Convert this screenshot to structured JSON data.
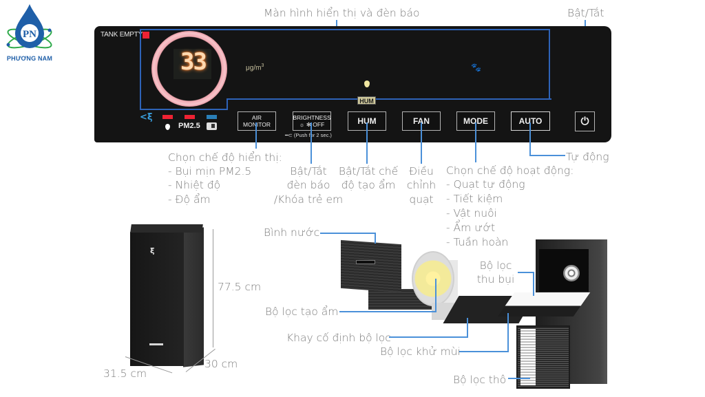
{
  "logo": {
    "brand": "PHƯƠNG NAM",
    "monogram": "PN",
    "colors": {
      "drop": "#1f5fa8",
      "orbit": "#2eaa4a"
    }
  },
  "panel": {
    "tank_empty": "TANK EMPTY",
    "display_value": "33",
    "unit": "μg/m",
    "unit_exp": "3",
    "hum_indicator": "HUM",
    "monitor_labels": {
      "pm": "PM2.5"
    },
    "indicator_colors": {
      "humidity": "#ee2233",
      "pm25": "#ee2233",
      "temperature": "#2a7fb8"
    },
    "buttons": {
      "air_monitor": "AIR MONITOR",
      "brightness_line1": "BRIGHTNESS",
      "brightness_line2": "☼ ✻ OFF",
      "brightness_note": "(Push for 2 sec.)",
      "hum": "HUM",
      "fan": "FAN",
      "mode": "MODE",
      "auto": "AUTO",
      "power": "⏻"
    }
  },
  "callouts": {
    "display": "Màn hình hiển thị và đèn báo",
    "power": "Bật/Tắt",
    "auto": "Tự động",
    "air_monitor": {
      "title": "Chọn chế độ hiển thị:",
      "items": [
        "- Bụi mịn PM2.5",
        "- Nhiệt độ",
        "- Độ ẩm"
      ]
    },
    "brightness": [
      "Bật/Tắt",
      "đèn báo",
      "/Khóa trẻ em"
    ],
    "hum": [
      "Bật/Tắt chế",
      "độ tạo ẩm"
    ],
    "fan": [
      "Điều",
      "chỉnh",
      "quạt"
    ],
    "mode": {
      "title": "Chọn chế độ hoạt động:",
      "items": [
        "- Quạt tự động",
        "- Tiết kiệm",
        "- Vật nuôi",
        "- Ẩm ướt",
        "- Tuần hoàn"
      ]
    }
  },
  "dimensions": {
    "height": "77.5 cm",
    "width": "31.5 cm",
    "depth": "30 cm"
  },
  "components": {
    "water_tank": "Bình nước",
    "humidify_filter": "Bộ lọc tạo ẩm",
    "filter_tray": "Khay cố định bộ lọc",
    "deodorizing_filter": "Bộ lọc khử mùi",
    "dust_filter_l1": "Bộ lọc",
    "dust_filter_l2": "thu bụi",
    "pre_filter": "Bộ lọc thô"
  },
  "accent_color": "#4a90d9"
}
